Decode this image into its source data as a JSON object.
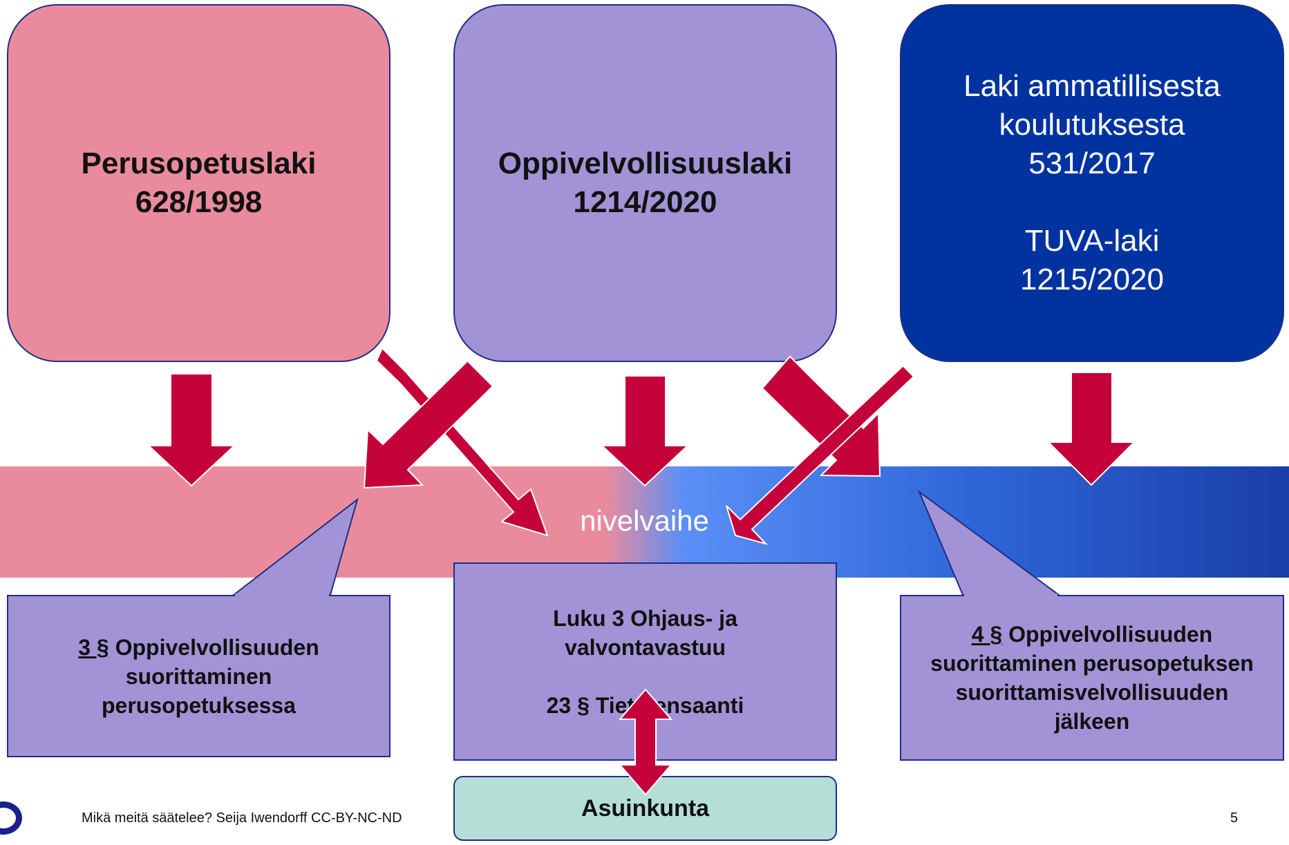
{
  "boxes": {
    "perusopetus": {
      "line1": "Perusopetuslaki",
      "line2": "628/1998"
    },
    "oppivelvollisuus": {
      "line1": "Oppivelvollisuuslaki",
      "line2": "1214/2020"
    },
    "ammatillinen": {
      "line1": "Laki ammatillisesta",
      "line2": "koulutuksesta",
      "line3": "531/2017",
      "line4": "TUVA-laki",
      "line5": "1215/2020"
    }
  },
  "band_label": "nivelvaihe",
  "callouts": {
    "left": {
      "num": "3 §",
      "line1": " Oppivelvollisuuden",
      "line2": "suorittaminen",
      "line3": "perusopetuksessa"
    },
    "center": {
      "line1": "Luku 3 Ohjaus- ja",
      "line2": "valvontavastuu",
      "line3": "23 § Tietojensaanti"
    },
    "right": {
      "num": "4 §",
      "line1": " Oppivelvollisuuden",
      "line2": "suorittaminen perusopetuksen",
      "line3": "suorittamisvelvollisuuden",
      "line4": "jälkeen"
    }
  },
  "asuinkunta": "Asuinkunta",
  "footer": "Mikä meitä säätelee? Seija Iwendorff CC-BY-NC-ND",
  "page_number": "5",
  "colors": {
    "pink": "#ea8b9d",
    "lavender": "#a193d5",
    "navy": "#0033a0",
    "arrow": "#c4033a",
    "mint": "#b5dfd6"
  }
}
